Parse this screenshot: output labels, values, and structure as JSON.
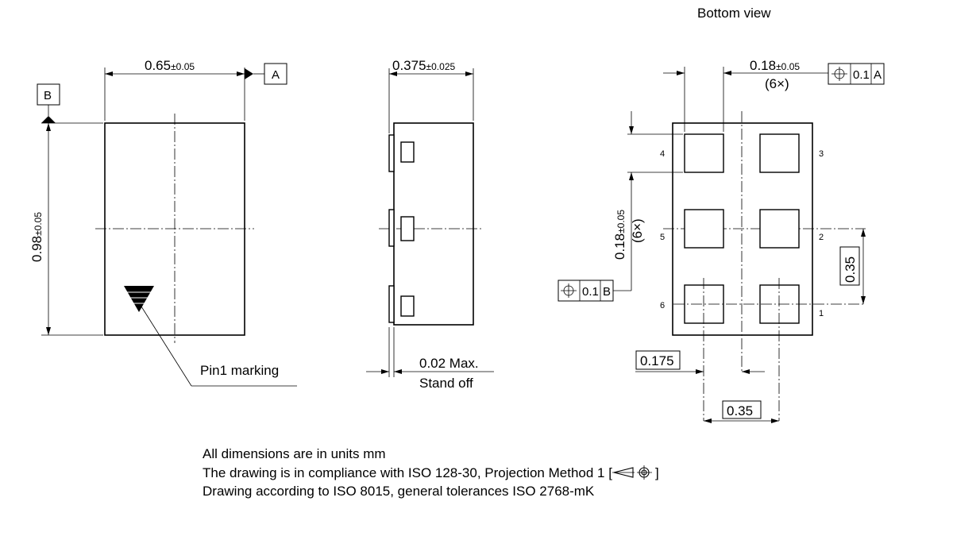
{
  "title": "Bottom view",
  "top_view": {
    "width_nominal": "0.65",
    "width_tol": "±0.05",
    "height_nominal": "0.98",
    "height_tol": "±0.05",
    "datum_a": "A",
    "datum_b": "B",
    "pin1_label": "Pin1 marking"
  },
  "side_view": {
    "thickness_nominal": "0.375",
    "thickness_tol": "±0.025",
    "standoff_line1": "0.02 Max.",
    "standoff_line2": "Stand off"
  },
  "bottom_view": {
    "pad_width_nominal": "0.18",
    "pad_width_tol": "±0.05",
    "pad_count": "(6×)",
    "pad_height_nominal": "0.18",
    "pad_height_tol": "±0.05",
    "pad_height_count": "(6×)",
    "fcf_a": {
      "symbol": "⌖",
      "tol": "0.1",
      "datum": "A"
    },
    "fcf_b": {
      "symbol": "⌖",
      "tol": "0.1",
      "datum": "B"
    },
    "pitch_vertical": "0.35",
    "offset_horizontal": "0.175",
    "pitch_horizontal": "0.35",
    "pins": [
      "1",
      "2",
      "3",
      "4",
      "5",
      "6"
    ]
  },
  "notes": {
    "line1": "All dimensions are in units mm",
    "line2": "The drawing is in compliance with ISO 128-30, Projection Method 1 [",
    "line2_end": "]",
    "line3": "Drawing according to ISO 8015, general tolerances ISO 2768-mK"
  }
}
